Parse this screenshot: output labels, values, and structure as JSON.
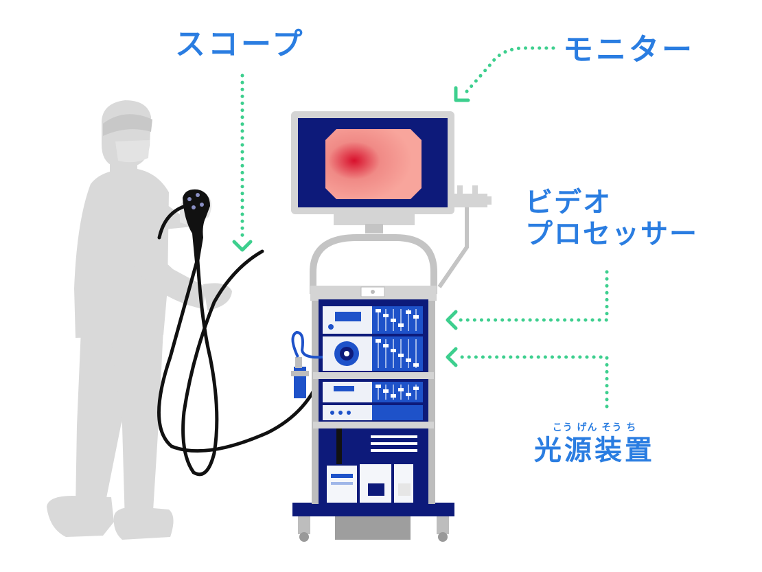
{
  "labels": {
    "scope": "スコープ",
    "monitor": "モニター",
    "video_processor_line1": "ビデオ",
    "video_processor_line2": "プロセッサー",
    "light_source_reading": "こう げん そう ち",
    "light_source": "光源装置"
  },
  "colors": {
    "label": "#2a7de1",
    "arrow": "#3dcf8e",
    "figure": "#d9d9d9",
    "navy": "#0d1a7a",
    "panel_blue": "#1e52c9",
    "screen_image": "#f5a199",
    "cart_gray": "#bdbdbd",
    "cable": "#111111"
  },
  "icons": {
    "figure": "person-holding-endoscope-icon",
    "monitor": "monitor-icon",
    "cart": "endoscopy-cart-icon",
    "arrow": "dotted-arrow-icon"
  }
}
